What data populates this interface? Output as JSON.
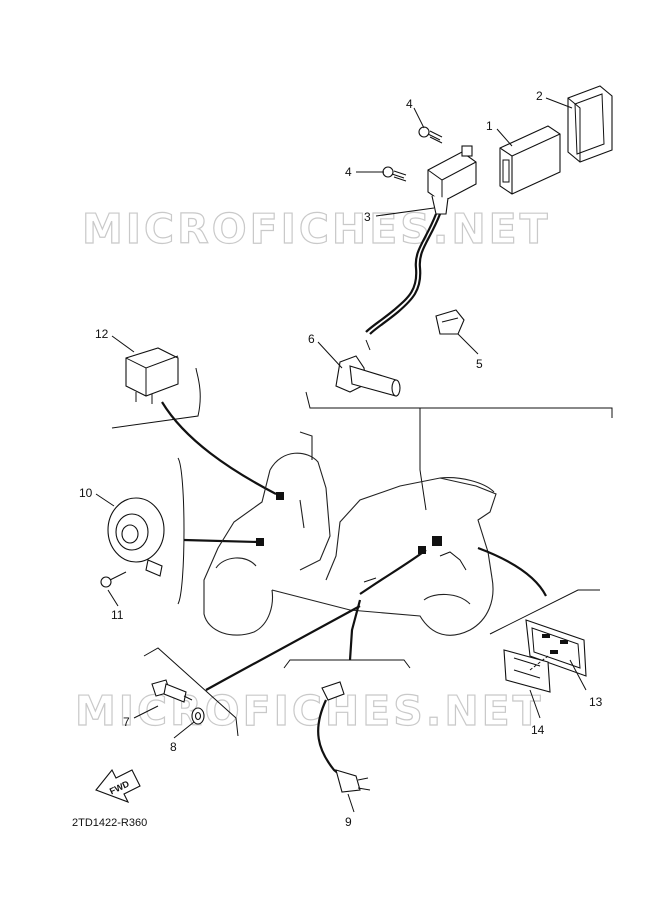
{
  "watermark": "MICROFICHES.NET",
  "diagram_code": "2TD1422-R360",
  "fwd_label": "FWD",
  "callouts": {
    "p1": "1",
    "p2": "2",
    "p3": "3",
    "p4a": "4",
    "p4b": "4",
    "p5": "5",
    "p6": "6",
    "p7": "7",
    "p8": "8",
    "p9": "9",
    "p10": "10",
    "p11": "11",
    "p12": "12",
    "p13": "13",
    "p14": "14"
  }
}
